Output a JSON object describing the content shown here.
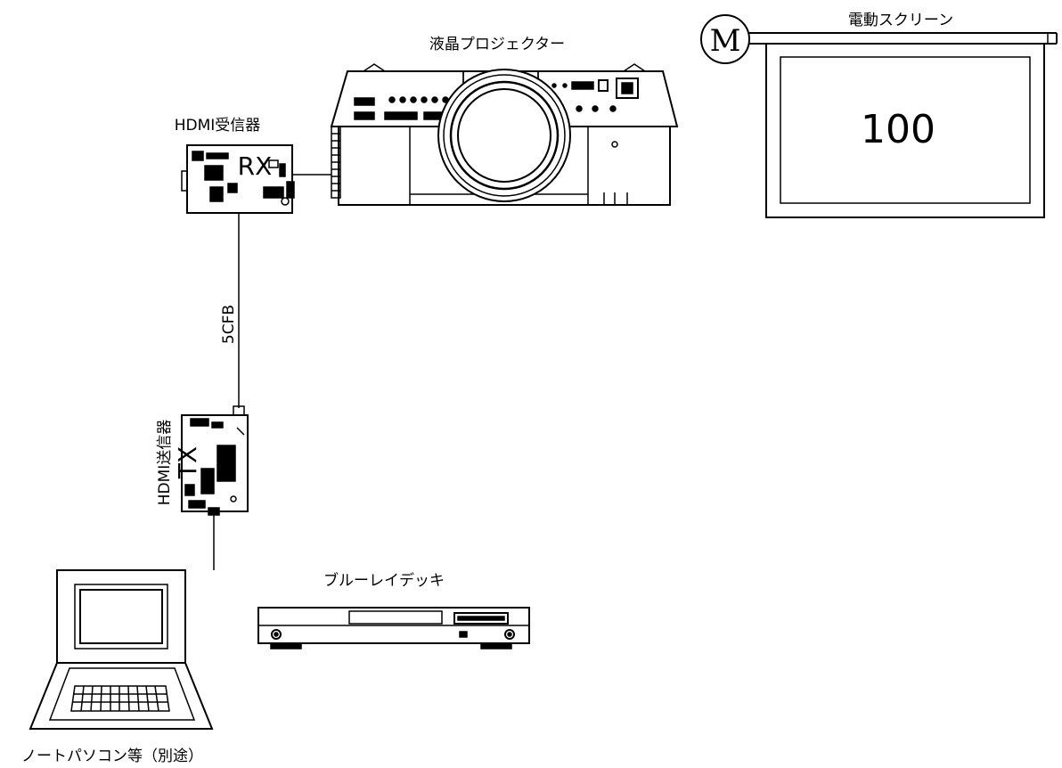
{
  "labels": {
    "projector": "液晶プロジェクター",
    "screen": "電動スクリーン",
    "motor": "M",
    "screen_size": "100",
    "receiver": "HDMI受信器",
    "receiver_tag": "RX",
    "cable": "5CFB",
    "transmitter": "HDMI送信器",
    "transmitter_tag": "TX",
    "bluray": "ブルーレイデッキ",
    "laptop": "ノートパソコン等（別途）"
  }
}
